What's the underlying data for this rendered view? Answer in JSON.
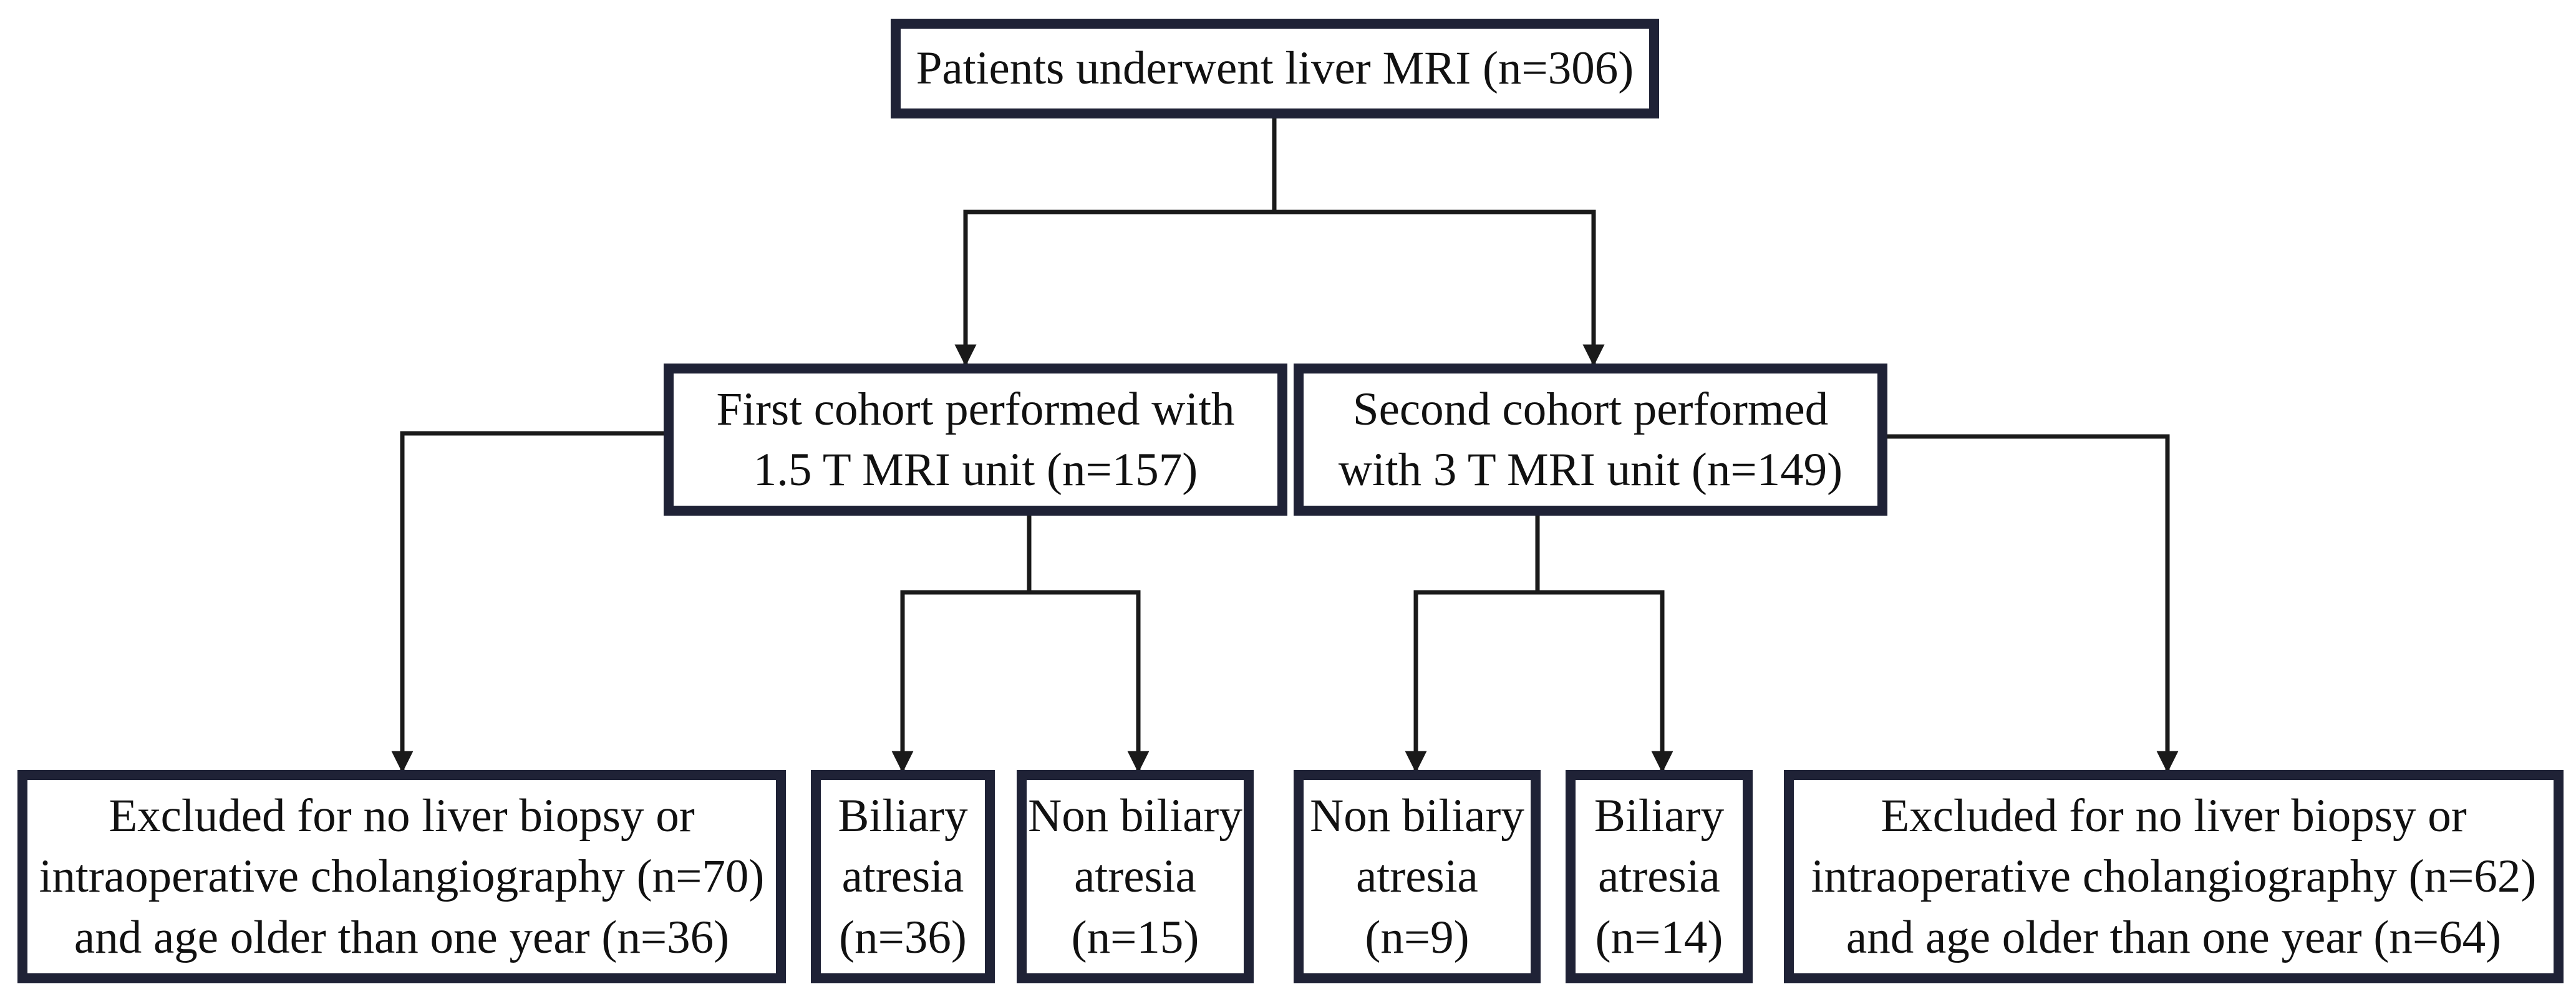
{
  "flowchart": {
    "root": {
      "line1": "Patients underwent liver MRI (n=306)"
    },
    "cohort_first": {
      "line1": "First cohort performed with",
      "line2": "1.5 T MRI unit (n=157)"
    },
    "cohort_second": {
      "line1": "Second cohort performed",
      "line2": "with 3 T MRI unit (n=149)"
    },
    "first_excluded": {
      "line1": "Excluded for no liver biopsy or",
      "line2": "intraoperative cholangiography (n=70)",
      "line3": "and age older than one year (n=36)"
    },
    "first_ba": {
      "line1": "Biliary",
      "line2": "atresia",
      "line3": "(n=36)"
    },
    "first_nba": {
      "line1": "Non biliary",
      "line2": "atresia",
      "line3": "(n=15)"
    },
    "second_nba": {
      "line1": "Non biliary",
      "line2": "atresia",
      "line3": "(n=9)"
    },
    "second_ba": {
      "line1": "Biliary",
      "line2": "atresia",
      "line3": "(n=14)"
    },
    "second_excluded": {
      "line1": "Excluded for no liver biopsy or",
      "line2": "intraoperative cholangiography (n=62)",
      "line3": "and age older than one year (n=64)"
    }
  },
  "colors": {
    "box_border": "#1f2236",
    "line": "#1a1a1a",
    "text": "#111111"
  }
}
